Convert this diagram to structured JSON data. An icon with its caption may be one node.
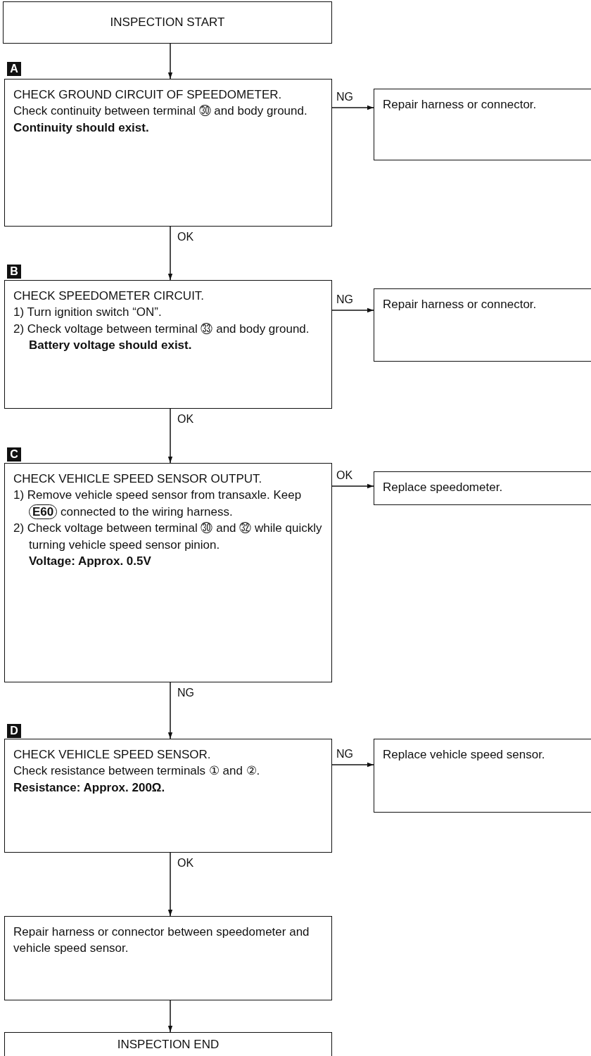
{
  "diagram": {
    "nodes": [
      {
        "text": [
          "INSPECTION START"
        ]
      },
      {
        "text": [
          "CHECK GROUND CIRCUIT OF SPEEDOMETER.",
          "Check continuity between terminal ㉚ and body ground.",
          "Continuity should exist."
        ]
      },
      {
        "text": [
          "Repair harness or connector."
        ]
      },
      {
        "text": [
          "CHECK SPEEDOMETER CIRCUIT.",
          "1) Turn ignition switch “ON”.",
          "2) Check voltage between terminal ㉝ and body ground.",
          "Battery voltage should exist."
        ]
      },
      {
        "text": [
          "Repair harness or connector."
        ]
      },
      {
        "text": [
          "CHECK VEHICLE SPEED SENSOR OUTPUT.",
          "1) Remove vehicle speed sensor from transaxle. Keep **E60** connected to the wiring harness.",
          "2) Check voltage between terminal ㉚ and ㉜ while quickly turning vehicle speed sensor pinion.",
          "Voltage: Approx. 0.5V"
        ]
      },
      {
        "text": [
          "Replace speedometer."
        ]
      },
      {
        "text": [
          "CHECK VEHICLE SPEED SENSOR.",
          "Check resistance between terminals ① and ②.",
          "Resistance: Approx. 200Ω."
        ]
      },
      {
        "text": [
          "Replace vehicle speed sensor."
        ]
      },
      {
        "text": [
          "Repair harness or connector between speedometer and vehicle speed sensor."
        ]
      },
      {
        "text": [
          "INSPECTION END"
        ]
      }
    ],
    "edges": [
      {
        "from": 0,
        "to": 1,
        "arrow": "to"
      },
      {
        "from": 1,
        "to": 2,
        "arrow": "to",
        "label": "NG"
      },
      {
        "from": 1,
        "to": 3,
        "arrow": "to",
        "label": "OK"
      },
      {
        "from": 3,
        "to": 4,
        "arrow": "to",
        "label": "NG"
      },
      {
        "from": 3,
        "to": 5,
        "arrow": "to",
        "label": "OK"
      },
      {
        "from": 5,
        "to": 6,
        "arrow": "to",
        "label": "OK"
      },
      {
        "from": 5,
        "to": 7,
        "arrow": "to",
        "label": "NG"
      },
      {
        "from": 7,
        "to": 8,
        "arrow": "to",
        "label": "NG"
      },
      {
        "from": 7,
        "to": 9,
        "arrow": "to",
        "label": "OK"
      },
      {
        "from": 9,
        "to": 10,
        "arrow": "to"
      }
    ],
    "labels": [
      "A",
      "B",
      "C",
      "D"
    ]
  }
}
